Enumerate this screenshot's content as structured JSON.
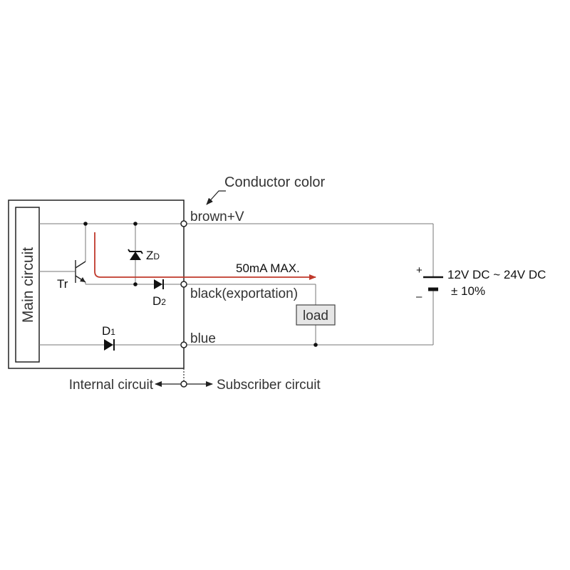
{
  "labels": {
    "conductor_color": "Conductor color",
    "main_circuit": "Main circuit",
    "brown": "brown+V",
    "black": "black(exportation)",
    "blue": "blue",
    "current": "50mA  MAX.",
    "load": "load",
    "transistor": "Tr",
    "zener_main": "Z",
    "zener_sub": "D",
    "d2_main": "D",
    "d2_sub": "2",
    "d1_main": "D",
    "d1_sub": "1",
    "supply_voltage": "12V DC ~ 24V DC",
    "supply_tolerance": "± 10%",
    "plus": "+",
    "minus": "–",
    "internal_circuit": "Internal circuit",
    "subscriber_circuit": "Subscriber circuit"
  },
  "colors": {
    "current_arrow": "#c0392b",
    "load_fill": "#e6e6e6",
    "wire": "#777777"
  }
}
